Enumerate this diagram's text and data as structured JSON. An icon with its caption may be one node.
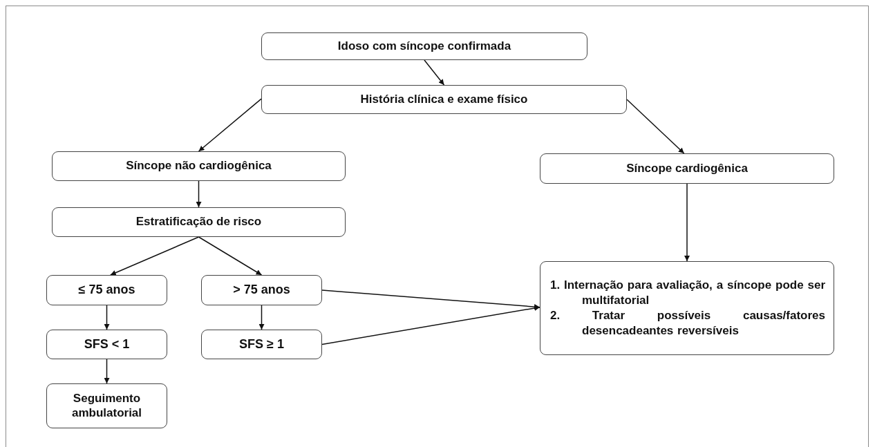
{
  "diagram": {
    "nodes": [
      {
        "text": [
          "Idoso com síncope confirmada"
        ]
      },
      {
        "text": [
          "História clínica e exame físico"
        ]
      },
      {
        "text": [
          "Síncope não cardiogênica"
        ]
      },
      {
        "text": [
          "Síncope cardiogênica"
        ]
      },
      {
        "text": [
          "Estratificação de risco"
        ]
      },
      {
        "text": [
          "≤ 75 anos"
        ]
      },
      {
        "text": [
          "> 75 anos"
        ]
      },
      {
        "text": [
          "SFS < 1"
        ]
      },
      {
        "text": [
          "SFS ≥ 1"
        ]
      },
      {
        "text": [
          "Seguimento ambulatorial"
        ]
      },
      {
        "text": [
          "1. Internação para avaliação, a síncope pode ser multifatorial",
          "2. Tratar possíveis causas/fatores desencadeantes reversíveis"
        ]
      }
    ],
    "edges": [
      {
        "from": 0,
        "to": 1,
        "arrow": "to"
      },
      {
        "from": 1,
        "to": 2,
        "arrow": "to"
      },
      {
        "from": 1,
        "to": 3,
        "arrow": "to"
      },
      {
        "from": 2,
        "to": 4,
        "arrow": "to"
      },
      {
        "from": 4,
        "to": 5,
        "arrow": "to"
      },
      {
        "from": 4,
        "to": 6,
        "arrow": "to"
      },
      {
        "from": 5,
        "to": 7,
        "arrow": "to"
      },
      {
        "from": 7,
        "to": 9,
        "arrow": "to"
      },
      {
        "from": 6,
        "to": 8,
        "arrow": "to"
      },
      {
        "from": 3,
        "to": 10,
        "arrow": "to"
      },
      {
        "from": 6,
        "to": 10,
        "arrow": "to"
      },
      {
        "from": 8,
        "to": 10,
        "arrow": "to"
      }
    ]
  }
}
